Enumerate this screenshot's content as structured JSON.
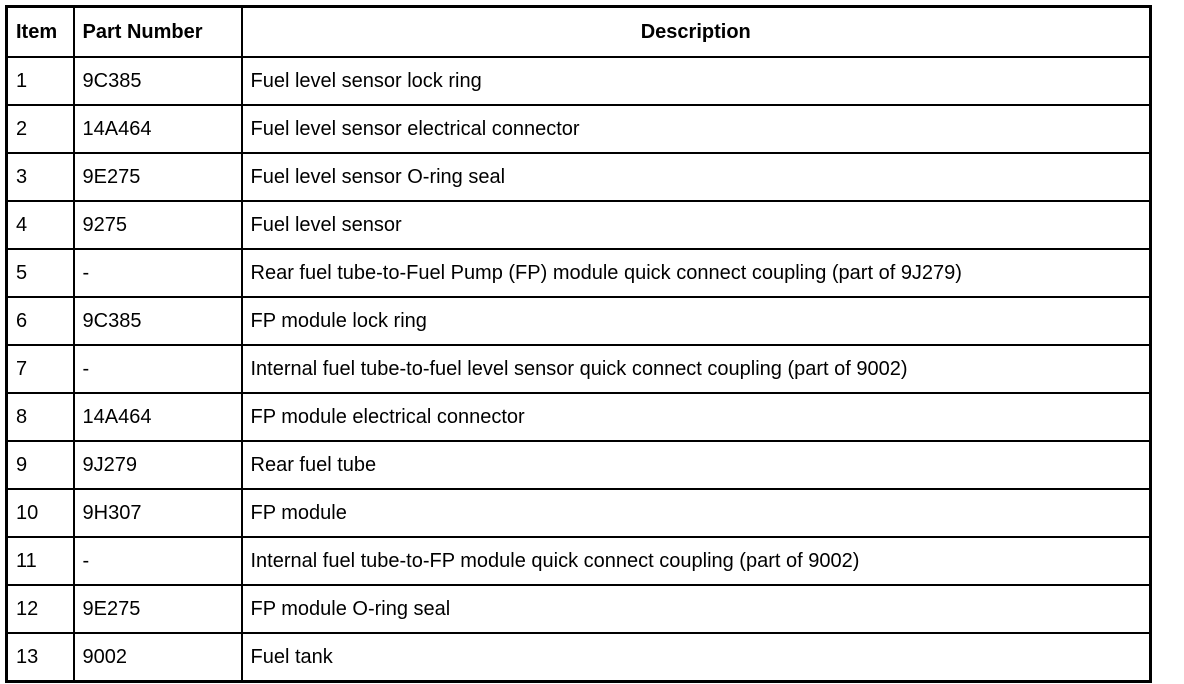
{
  "table": {
    "columns": [
      {
        "key": "item",
        "label": "Item",
        "align": "left"
      },
      {
        "key": "part_number",
        "label": "Part Number",
        "align": "left"
      },
      {
        "key": "description",
        "label": "Description",
        "align": "center"
      }
    ],
    "rows": [
      {
        "item": "1",
        "part_number": "9C385",
        "description": "Fuel level sensor lock ring"
      },
      {
        "item": "2",
        "part_number": "14A464",
        "description": "Fuel level sensor electrical connector"
      },
      {
        "item": "3",
        "part_number": "9E275",
        "description": "Fuel level sensor O-ring seal"
      },
      {
        "item": "4",
        "part_number": "9275",
        "description": "Fuel level sensor"
      },
      {
        "item": "5",
        "part_number": "-",
        "description": "Rear fuel tube-to-Fuel Pump (FP) module quick connect coupling (part of 9J279)"
      },
      {
        "item": "6",
        "part_number": "9C385",
        "description": "FP module lock ring"
      },
      {
        "item": "7",
        "part_number": "-",
        "description": "Internal fuel tube-to-fuel level sensor quick connect coupling (part of 9002)"
      },
      {
        "item": "8",
        "part_number": "14A464",
        "description": "FP module electrical connector"
      },
      {
        "item": "9",
        "part_number": "9J279",
        "description": "Rear fuel tube"
      },
      {
        "item": "10",
        "part_number": "9H307",
        "description": "FP module"
      },
      {
        "item": "11",
        "part_number": "-",
        "description": "Internal fuel tube-to-FP module quick connect coupling (part of 9002)"
      },
      {
        "item": "12",
        "part_number": "9E275",
        "description": "FP module O-ring seal"
      },
      {
        "item": "13",
        "part_number": "9002",
        "description": "Fuel tank"
      }
    ]
  },
  "colors": {
    "background": "#ffffff",
    "text": "#000000",
    "border": "#000000"
  }
}
